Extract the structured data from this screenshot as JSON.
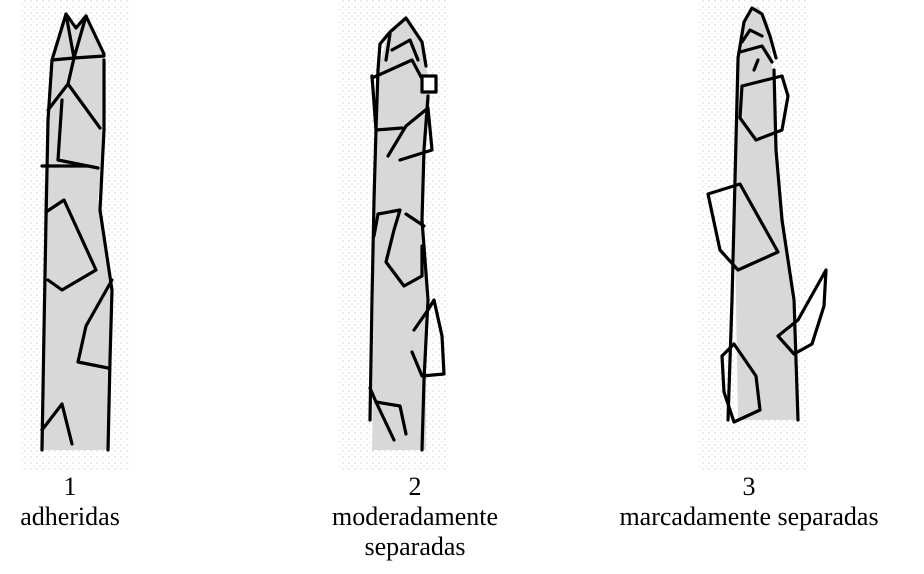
{
  "figures": [
    {
      "number": "1",
      "label": "adheridas"
    },
    {
      "number": "2",
      "label": "moderadamente separadas"
    },
    {
      "number": "3",
      "label": "marcadamente separadas"
    }
  ]
}
